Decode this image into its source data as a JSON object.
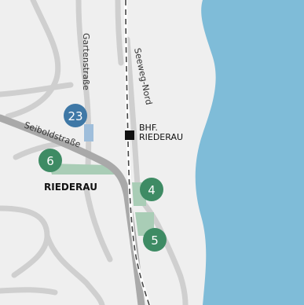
{
  "map": {
    "place_label": "RIEDERAU",
    "streets": {
      "gartenstrasse": "Gartenstraße",
      "seeweg_nord": "Seeweg-Nord",
      "seiboldstrasse": "Seiboldstraße"
    },
    "station": {
      "line1": "BHF.",
      "line2": "RIEDERAU"
    },
    "markers": [
      {
        "id": "23",
        "label": "23",
        "color": "#3f78a6"
      },
      {
        "id": "6",
        "label": "6",
        "color": "#3e8b64"
      },
      {
        "id": "4",
        "label": "4",
        "color": "#3e8b64"
      },
      {
        "id": "5",
        "label": "5",
        "color": "#3e8b64"
      }
    ],
    "colors": {
      "land": "#efefef",
      "lake": "#7fbcd8",
      "road": "#cfcfcf",
      "main_road": "#a9a9a9",
      "green_area": "#a9cdb6",
      "parking_blue": "#9fbedb"
    }
  }
}
